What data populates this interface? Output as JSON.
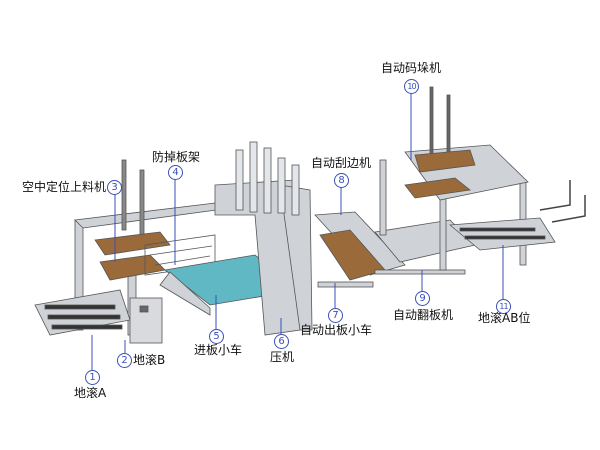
{
  "callouts": [
    {
      "num": "1",
      "label": "地滚A"
    },
    {
      "num": "2",
      "label": "地滚B"
    },
    {
      "num": "3",
      "label": "空中定位上料机"
    },
    {
      "num": "4",
      "label": "防掉板架"
    },
    {
      "num": "5",
      "label": "进板小车"
    },
    {
      "num": "6",
      "label": "压机"
    },
    {
      "num": "7",
      "label": "自动出板小车"
    },
    {
      "num": "8",
      "label": "自动刮边机"
    },
    {
      "num": "9",
      "label": "自动翻板机"
    },
    {
      "num": "10",
      "label": "自动码垛机"
    },
    {
      "num": "11",
      "label": "地滚AB位"
    }
  ],
  "colors": {
    "callout": "#3a4fb8",
    "frame": "#c9cdd3",
    "panel": "#5fb8c4",
    "wood": "#9a6a3a"
  }
}
